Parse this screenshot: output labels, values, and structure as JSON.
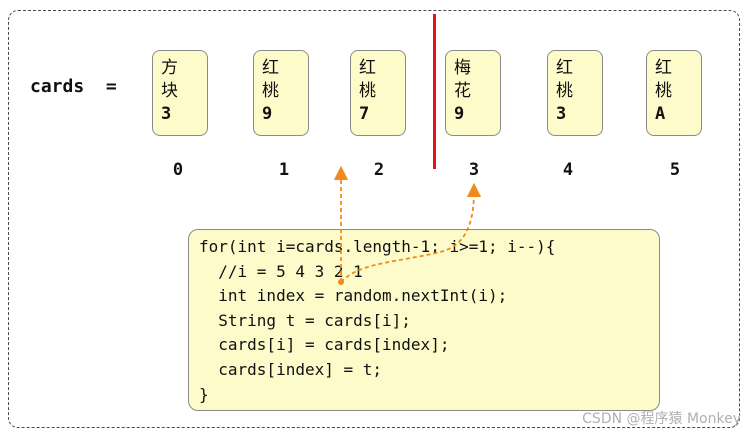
{
  "variable_label": "cards  =",
  "cards": [
    {
      "suit": "方块",
      "rank": "3",
      "index": "0"
    },
    {
      "suit": "红桃",
      "rank": "9",
      "index": "1"
    },
    {
      "suit": "红桃",
      "rank": "7",
      "index": "2"
    },
    {
      "suit": "梅花",
      "rank": "9",
      "index": "3"
    },
    {
      "suit": "红桃",
      "rank": "3",
      "index": "4"
    },
    {
      "suit": "红桃",
      "rank": "A",
      "index": "5"
    }
  ],
  "code_lines": [
    "for(int i=cards.length-1; i>=1; i--){",
    "  //i = 5 4 3 2 1",
    "  int index = random.nextInt(i);",
    "  String t = cards[i];",
    "  cards[i] = cards[index];",
    "  cards[index] = t;",
    "}"
  ],
  "colors": {
    "card_fill": "#fdfbc9",
    "divider": "#e8111b",
    "arrow": "#f08a1c"
  },
  "watermark": "CSDN @程序猿 Monkey"
}
